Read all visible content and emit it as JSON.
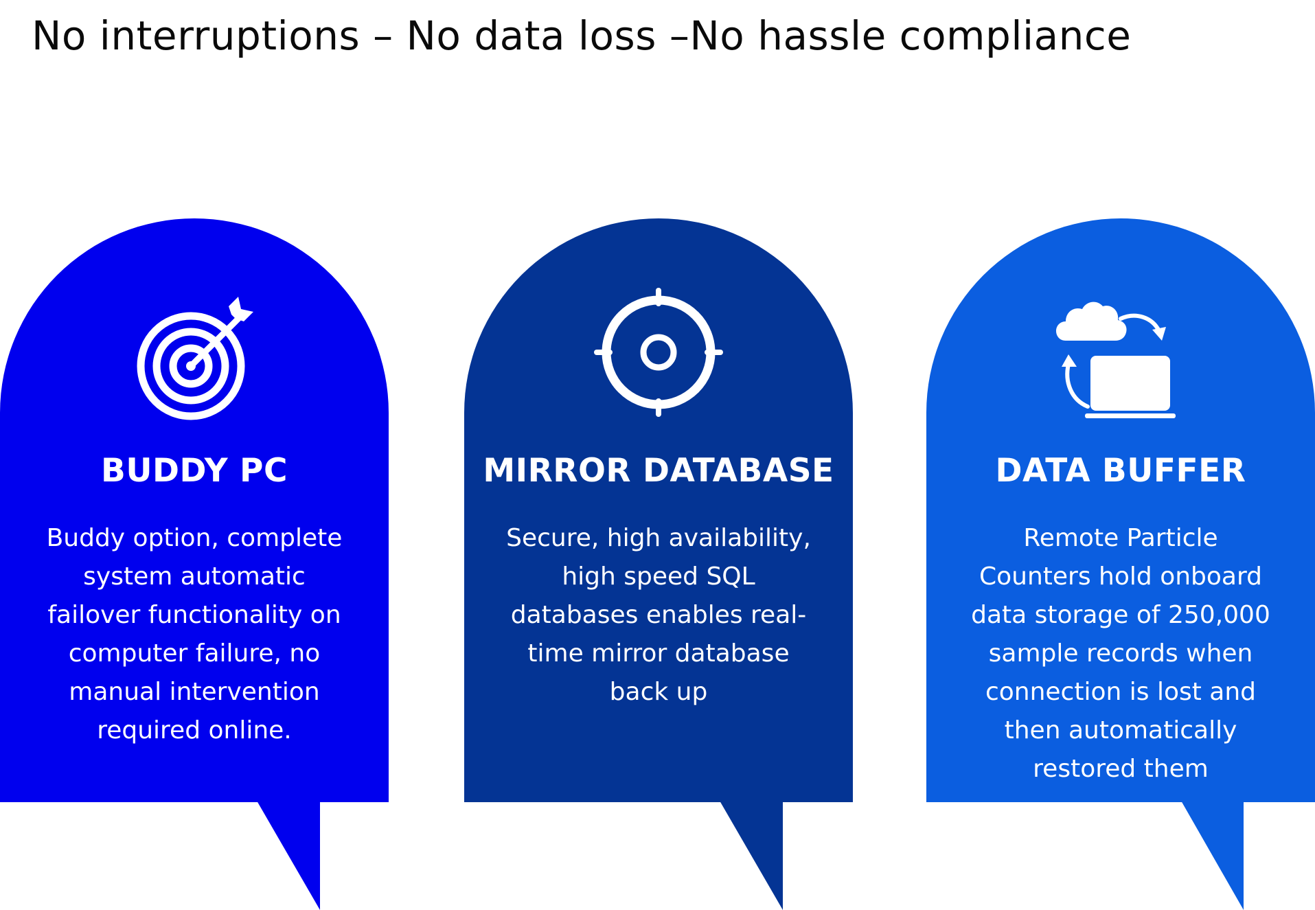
{
  "page": {
    "title": "No interruptions – No data loss –No hassle compliance"
  },
  "cards": [
    {
      "title": "BUDDY PC",
      "icon": "target-arrow-icon",
      "color": "#0000ee",
      "lines": [
        "Buddy option, complete",
        "system automatic",
        "failover functionality on",
        "computer failure, no",
        "manual intervention",
        "required online."
      ]
    },
    {
      "title": "MIRROR DATABASE",
      "icon": "crosshair-icon",
      "color": "#043494",
      "lines": [
        "Secure, high availability,",
        "high speed SQL",
        "databases enables real-",
        "time mirror database",
        "back up"
      ]
    },
    {
      "title": "DATA BUFFER",
      "icon": "cloud-sync-laptop-icon",
      "color": "#0b5ee0",
      "lines": [
        "Remote Particle",
        "Counters hold onboard",
        "data storage of 250,000",
        "sample records when",
        "connection is lost and",
        "then automatically",
        "restored them"
      ]
    }
  ]
}
